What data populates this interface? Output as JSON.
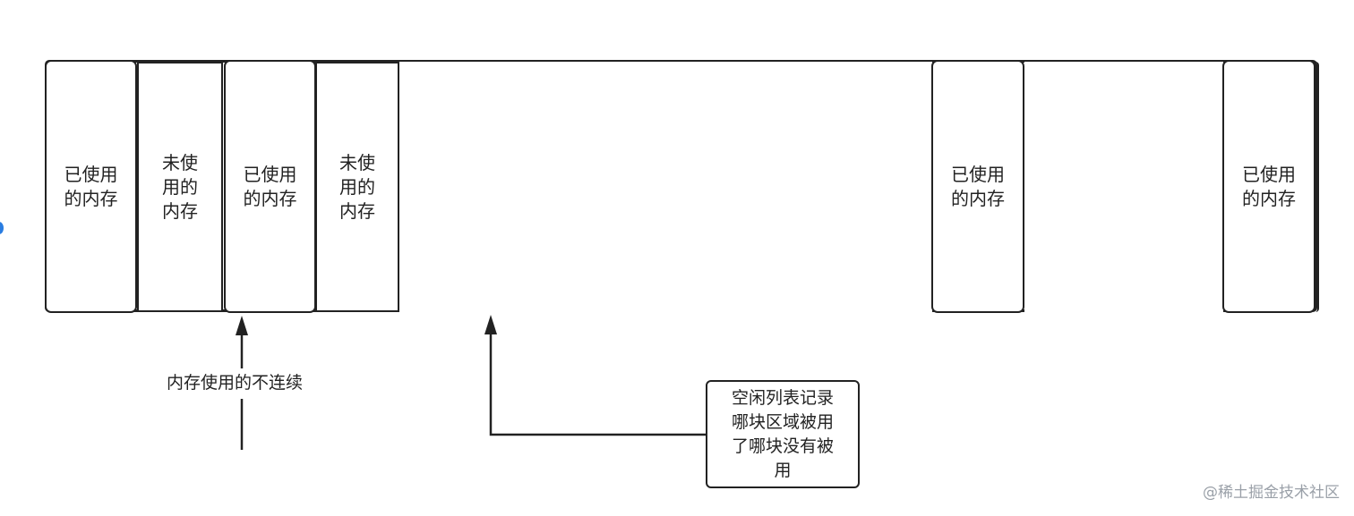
{
  "blocks": [
    {
      "label": "已使用\n的内存",
      "state": "used"
    },
    {
      "label": "未使\n用的\n内存",
      "state": "free"
    },
    {
      "label": "已使用\n的内存",
      "state": "used"
    },
    {
      "label": "未使\n用的\n内存",
      "state": "free"
    },
    {
      "label": "",
      "state": "free"
    },
    {
      "label": "已使用\n的内存",
      "state": "used"
    },
    {
      "label": "",
      "state": "free"
    },
    {
      "label": "已使用\n的内存",
      "state": "used"
    }
  ],
  "annotations": {
    "discontinuous_label": "内存使用的不连续",
    "free_list_label": "空闲列表记录\n哪块区域被用\n了哪块没有被\n用"
  },
  "watermark": "@稀土掘金技术社区",
  "colors": {
    "stroke": "#222222",
    "watermark": "#9aa0a8",
    "accent_dot": "#2a7de1"
  }
}
